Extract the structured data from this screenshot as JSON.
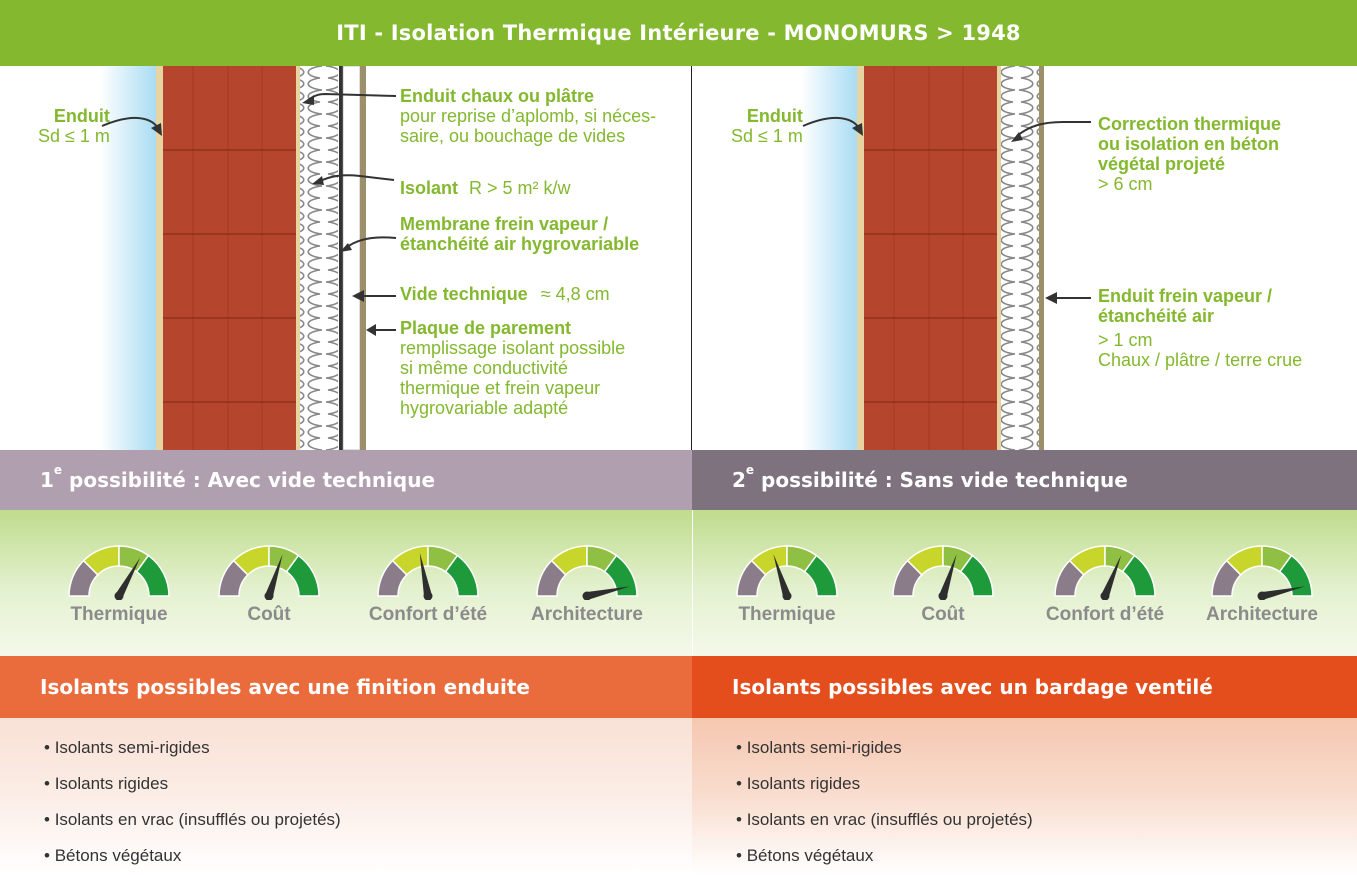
{
  "title": "ITI - Isolation Thermique Intérieure - MONOMURS > 1948",
  "left": {
    "enduit_title": "Enduit",
    "enduit_sd": "Sd ≤ 1 m",
    "labels": [
      {
        "title": "Enduit chaux ou plâtre",
        "sub": [
          "pour reprise d’aplomb, si néces-",
          "saire, ou bouchage de vides"
        ]
      },
      {
        "title": "Isolant",
        "sub_inline": "R > 5 m² k/w"
      },
      {
        "title_lines": [
          "Membrane frein vapeur /",
          "étanchéité air hygrovariable"
        ]
      },
      {
        "title": "Vide technique",
        "sub_inline": "≈ 4,8 cm"
      },
      {
        "title": "Plaque de parement",
        "sub": [
          "remplissage isolant possible",
          "si même conductivité",
          "thermique et frein vapeur",
          "hygrovariable adapté"
        ]
      }
    ]
  },
  "right": {
    "enduit_title": "Enduit",
    "enduit_sd": "Sd ≤ 1 m",
    "labels": [
      {
        "title_lines": [
          "Correction thermique",
          "ou isolation en béton",
          "végétal projeté"
        ],
        "sub": [
          "> 6 cm"
        ]
      },
      {
        "title_lines": [
          "Enduit frein vapeur /",
          "étanchéité air"
        ],
        "sub": [
          "> 1 cm",
          "Chaux / plâtre / terre crue"
        ]
      }
    ]
  },
  "possibility_1": {
    "num": "1",
    "sup": "e",
    "text": " possibilité : Avec vide technique"
  },
  "possibility_2": {
    "num": "2",
    "sup": "e",
    "text": " possibilité : Sans vide technique"
  },
  "gauges_1": [
    {
      "label": "Thermique",
      "level": 0.66
    },
    {
      "label": "Coût",
      "level": 0.6
    },
    {
      "label": "Confort d’été",
      "level": 0.44
    },
    {
      "label": "Architecture",
      "level": 0.93
    }
  ],
  "gauges_2": [
    {
      "label": "Thermique",
      "level": 0.4
    },
    {
      "label": "Coût",
      "level": 0.6
    },
    {
      "label": "Confort d’été",
      "level": 0.62
    },
    {
      "label": "Architecture",
      "level": 0.93
    }
  ],
  "options_1": {
    "title": "Isolants possibles avec une finition enduite",
    "items": [
      "Isolants semi-rigides",
      "Isolants rigides",
      "Isolants en vrac (insufflés ou projetés)",
      "Bétons végétaux"
    ]
  },
  "options_2": {
    "title": "Isolants possibles avec un bardage ventilé",
    "items": [
      "Isolants semi-rigides",
      "Isolants rigides",
      "Isolants en vrac (insufflés ou projetés)",
      "Bétons végétaux"
    ]
  },
  "colors": {
    "brand_green": "#83b82f",
    "brick": "#b5452c",
    "mauve": "#b09fae",
    "mauve_dark": "#7e727f",
    "orange": "#ea6c3c",
    "orange_dark": "#e44e1c"
  }
}
